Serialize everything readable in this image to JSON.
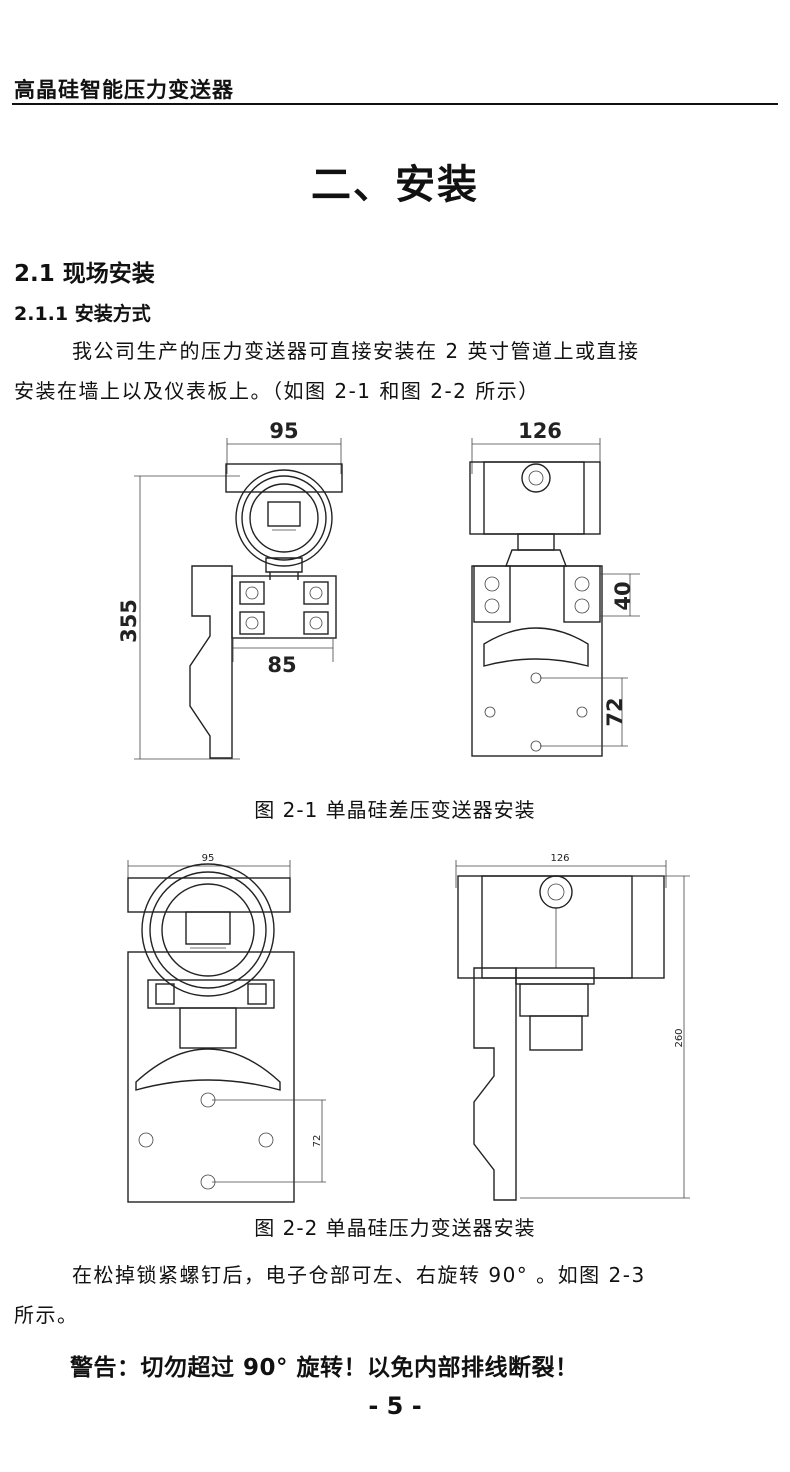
{
  "header": {
    "title": "高晶硅智能压力变送器"
  },
  "chapter_title": "二、安装",
  "section": {
    "title": "2.1 现场安装"
  },
  "subsection": {
    "title": "2.1.1 安装方式"
  },
  "intro": {
    "line1": "我公司生产的压力变送器可直接安装在 2 英寸管道上或直接",
    "line2": "安装在墙上以及仪表板上。（如图 2-1 和图 2-2 所示）"
  },
  "figure1": {
    "caption": "图 2-1 单晶硅差压变送器安装",
    "front_dims": {
      "width_top": "95",
      "height": "355",
      "width_bottom": "85"
    },
    "side_dims": {
      "width_top": "126",
      "flange": "40",
      "hole_spacing": "72"
    }
  },
  "figure2": {
    "caption": "图 2-2 单晶硅压力变送器安装",
    "front_dims": {
      "width_top": "95",
      "hole_spacing": "72"
    },
    "side_dims": {
      "width_top": "126",
      "height": "260"
    }
  },
  "body2": {
    "line1": "在松掉锁紧螺钉后，电子仓部可左、右旋转 90°  。如图 2-3",
    "line2": "所示。"
  },
  "warning": "警告：切勿超过 90°  旋转！以免内部排线断裂！",
  "page_number": "- 5 -"
}
